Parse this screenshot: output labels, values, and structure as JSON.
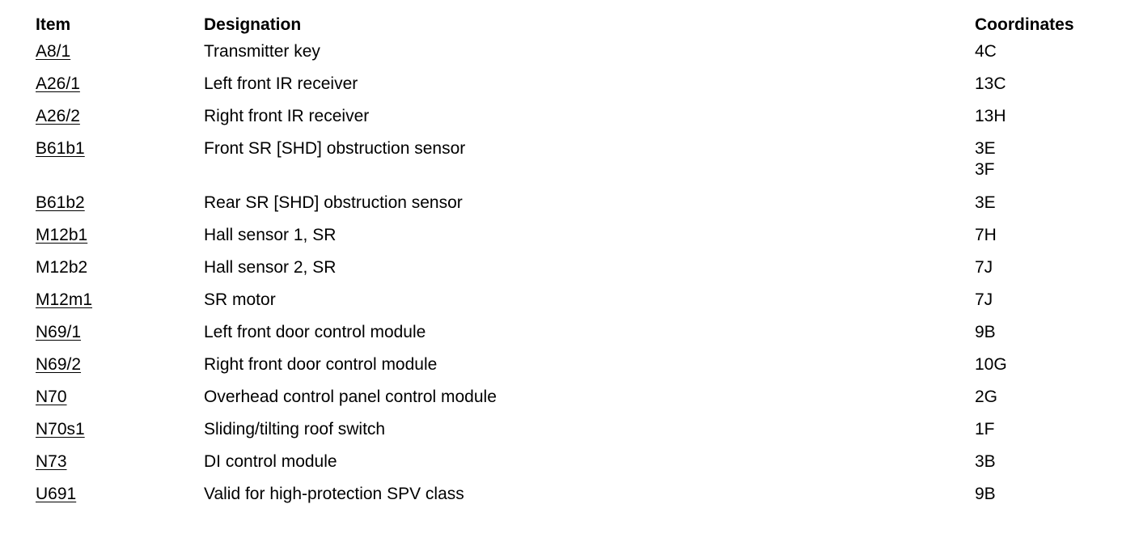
{
  "headers": {
    "item": "Item",
    "designation": "Designation",
    "coordinates": "Coordinates"
  },
  "rows": [
    {
      "item": "A8/1",
      "link": true,
      "designation": "Transmitter key",
      "coordinates": [
        "4C"
      ]
    },
    {
      "item": "A26/1",
      "link": true,
      "designation": "Left front IR receiver",
      "coordinates": [
        "13C"
      ]
    },
    {
      "item": "A26/2",
      "link": true,
      "designation": "Right front IR receiver",
      "coordinates": [
        "13H"
      ]
    },
    {
      "item": "B61b1",
      "link": true,
      "designation": "Front SR [SHD] obstruction sensor",
      "coordinates": [
        "3E",
        "3F"
      ]
    },
    {
      "item": "B61b2",
      "link": true,
      "designation": "Rear SR [SHD] obstruction sensor",
      "coordinates": [
        "3E"
      ]
    },
    {
      "item": "M12b1",
      "link": true,
      "designation": "Hall sensor 1, SR",
      "coordinates": [
        "7H"
      ]
    },
    {
      "item": "M12b2",
      "link": false,
      "designation": "Hall sensor 2, SR",
      "coordinates": [
        "7J"
      ]
    },
    {
      "item": "M12m1",
      "link": true,
      "designation": "SR motor",
      "coordinates": [
        "7J"
      ]
    },
    {
      "item": "N69/1",
      "link": true,
      "designation": "Left front door control module",
      "coordinates": [
        "9B"
      ]
    },
    {
      "item": "N69/2",
      "link": true,
      "designation": "Right front door control module",
      "coordinates": [
        "10G"
      ]
    },
    {
      "item": "N70",
      "link": true,
      "designation": "Overhead control panel control module",
      "coordinates": [
        "2G"
      ]
    },
    {
      "item": "N70s1",
      "link": true,
      "designation": "Sliding/tilting roof switch",
      "coordinates": [
        "1F"
      ]
    },
    {
      "item": "N73",
      "link": true,
      "designation": "DI control module",
      "coordinates": [
        "3B"
      ]
    },
    {
      "item": "U691",
      "link": true,
      "designation": "Valid for high-protection SPV class",
      "coordinates": [
        "9B"
      ]
    }
  ]
}
